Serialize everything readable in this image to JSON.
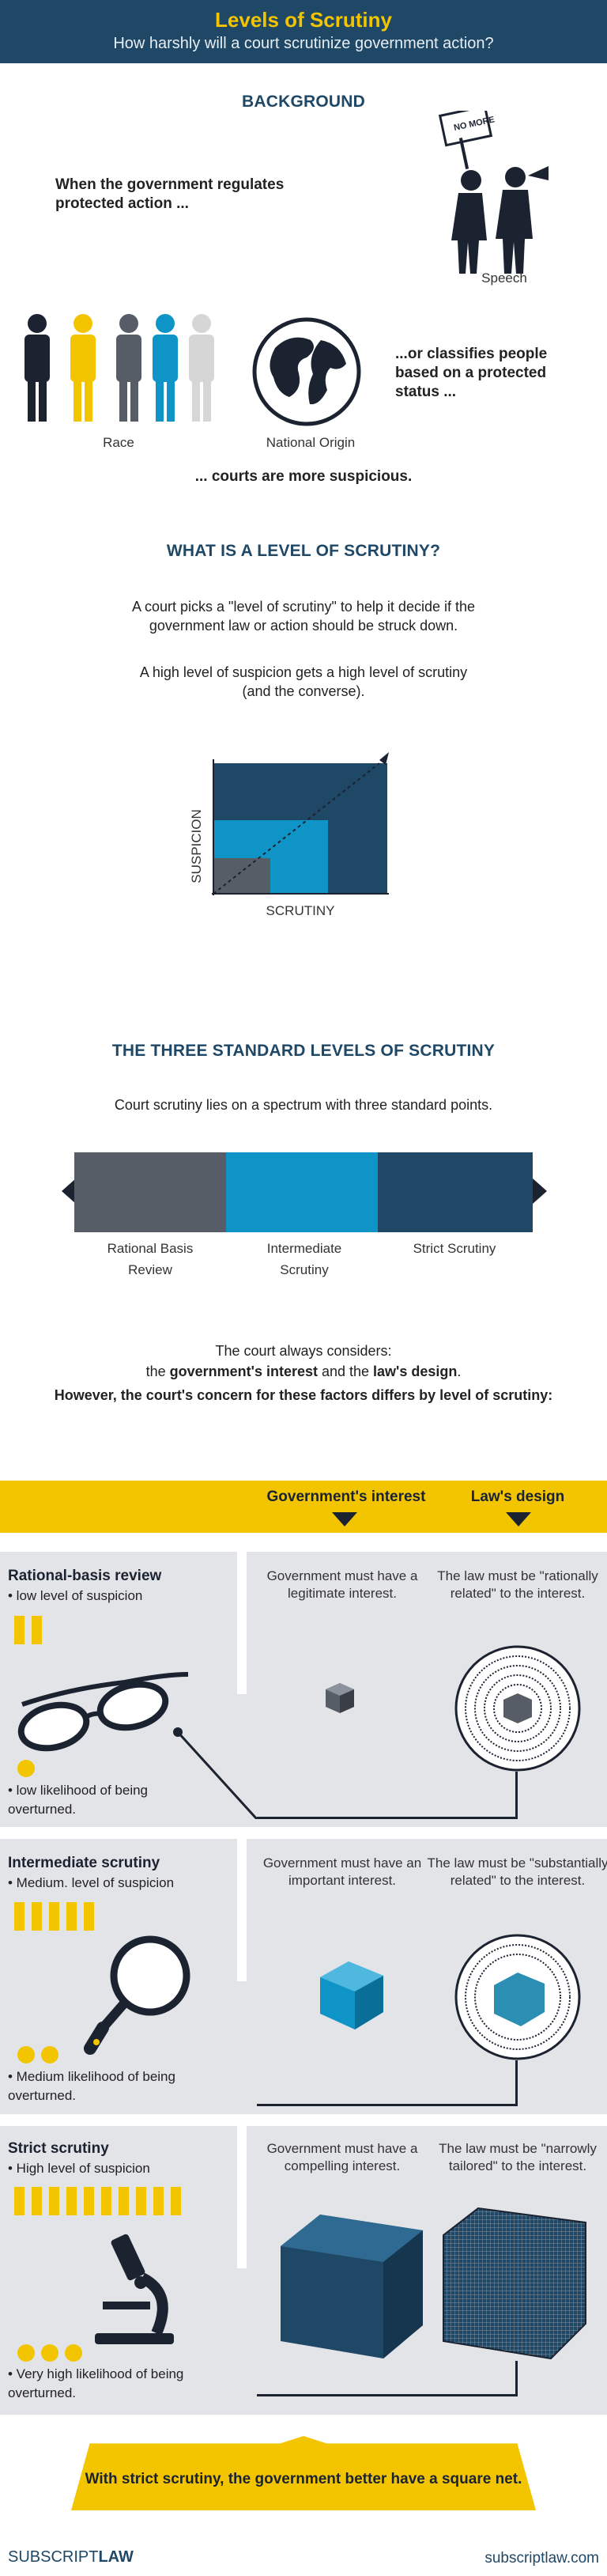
{
  "header": {
    "title": "Levels of Scrutiny",
    "subtitle": "How harshly will a court scrutinize government action?"
  },
  "background": {
    "heading": "BACKGROUND",
    "regulates_text": "When the government regulates protected action ...",
    "classifies_text": "...or classifies people based on a protected status ...",
    "sign_text": "NO MORE",
    "label_speech": "Speech",
    "label_race": "Race",
    "label_national_origin": "National Origin",
    "conclusion": "... courts are more suspicious."
  },
  "what_is": {
    "heading": "WHAT IS A LEVEL OF SCRUTINY?",
    "para1": "A court picks a \"level of scrutiny\" to help it decide if the government law or action should be struck down.",
    "para2": "A high level of suspicion gets a high level of scrutiny (and the converse).",
    "axis_y": "SUSPICION",
    "axis_x": "SCRUTINY"
  },
  "three_levels": {
    "heading": "THE THREE STANDARD LEVELS OF SCRUTINY",
    "intro": "Court scrutiny lies on a spectrum with three standard points.",
    "levels": [
      "Rational Basis Review",
      "Intermediate Scrutiny",
      "Strict Scrutiny"
    ]
  },
  "considers": {
    "line1": "The court always considers:",
    "line2_a": "the ",
    "line2_b": "government's interest",
    "line2_c": " and the ",
    "line2_d": "law's design",
    "line2_e": ".",
    "line3": "However, the court's concern for these factors differs by level of scrutiny:"
  },
  "columns": {
    "interest": "Government's interest",
    "design": "Law's design"
  },
  "rows": [
    {
      "title": "Rational-basis review",
      "suspicion": "• low level of suspicion",
      "likelihood": "• low likelihood of being overturned.",
      "interest": "Government must have a legitimate interest.",
      "design": "The law must be \"rationally related\" to the interest.",
      "bars": 2,
      "coins": 1
    },
    {
      "title": "Intermediate scrutiny",
      "suspicion": "• Medium. level of suspicion",
      "likelihood": "• Medium likelihood of being overturned.",
      "interest": "Government must have an important interest.",
      "design": "The law must be \"substantially related\" to the interest.",
      "bars": 5,
      "coins": 2
    },
    {
      "title": "Strict scrutiny",
      "suspicion": "• High level of suspicion",
      "likelihood": "• Very high likelihood of being overturned.",
      "interest": "Government must have a compelling interest.",
      "design": "The law must be \"narrowly tailored\" to the interest.",
      "bars": 10,
      "coins": 3
    }
  ],
  "footer": {
    "banner": "With strict scrutiny, the government better have a square net.",
    "brand_a": "SUBSCRIPT",
    "brand_b": "LAW",
    "url": "subscriptlaw.com"
  },
  "colors": {
    "navy": "#1f4766",
    "blue": "#0f94c8",
    "slate": "#575d67",
    "yellow": "#f2c500",
    "panel": "#e3e4e7"
  }
}
